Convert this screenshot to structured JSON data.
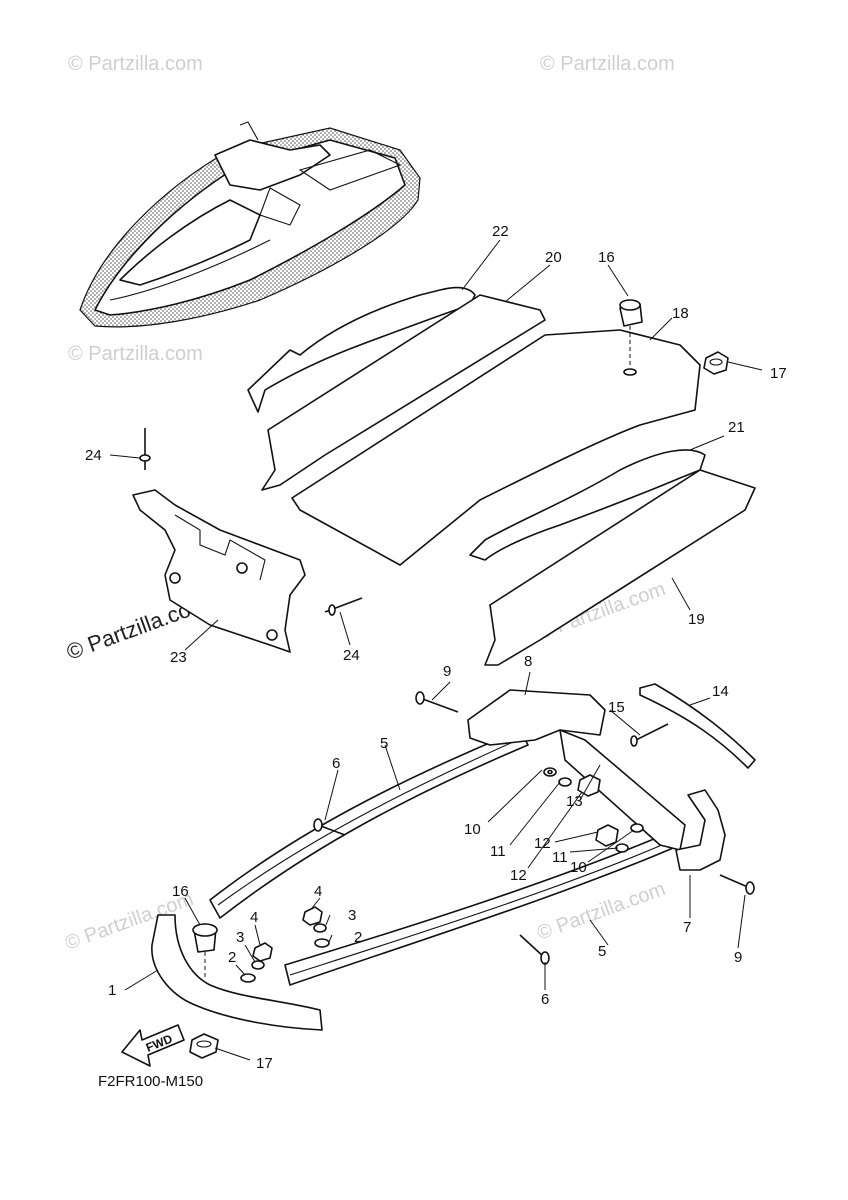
{
  "watermark": {
    "text": "© Partzilla.com",
    "primary_text": "© Partzilla.com",
    "light_color": "#cfcfcf",
    "dark_color": "#222222"
  },
  "diagram_code": "F2FR100-M150",
  "fwd_label": "FWD",
  "callouts": {
    "c1": "1",
    "c2a": "2",
    "c2b": "2",
    "c3a": "3",
    "c3b": "3",
    "c4a": "4",
    "c4b": "4",
    "c5a": "5",
    "c5b": "5",
    "c6a": "6",
    "c6b": "6",
    "c7": "7",
    "c8": "8",
    "c9a": "9",
    "c9b": "9",
    "c10a": "10",
    "c10b": "10",
    "c11a": "11",
    "c11b": "11",
    "c12a": "12",
    "c12b": "12",
    "c13": "13",
    "c14": "14",
    "c15": "15",
    "c16a": "16",
    "c16b": "16",
    "c17a": "17",
    "c17b": "17",
    "c18": "18",
    "c19": "19",
    "c20": "20",
    "c21": "21",
    "c22": "22",
    "c23": "23",
    "c24a": "24",
    "c24b": "24"
  }
}
